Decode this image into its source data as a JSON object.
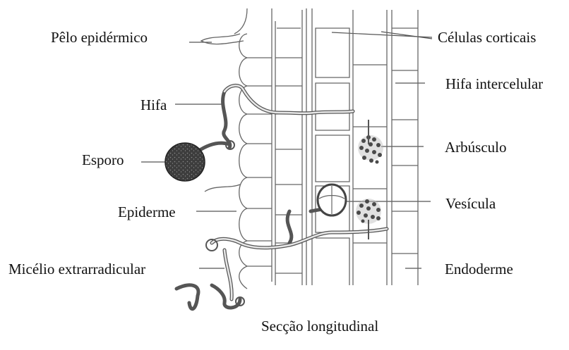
{
  "labels_left": {
    "pelo": "Pêlo epidérmico",
    "hifa": "Hifa",
    "esporo": "Esporo",
    "epiderme": "Epiderme",
    "micelio": "Micélio extrarradicular"
  },
  "labels_right": {
    "celulas": "Células corticais",
    "hifa_inter": "Hifa intercelular",
    "arbusculo": "Arbúsculo",
    "vesicula": "Vesícula",
    "endoderme": "Endoderme"
  },
  "caption": "Secção longitudinal",
  "colors": {
    "line": "#555555",
    "hypha_fill": "#e6e6e6",
    "spore": "#3a3a3a",
    "arbuscule": "#4a4a4a"
  }
}
